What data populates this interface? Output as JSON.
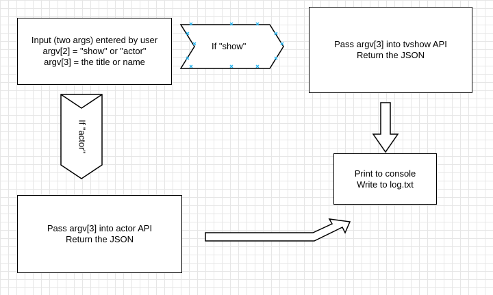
{
  "nodes": {
    "input": {
      "lines": [
        "Input (two args) entered by user",
        "argv[2] = \"show\" or \"actor\"",
        "argv[3] = the title or name"
      ]
    },
    "show_condition": {
      "label": "If \"show\""
    },
    "actor_condition": {
      "label": "If \"actor\""
    },
    "tvshow_api": {
      "lines": [
        "Pass argv[3] into tvshow API",
        "Return the JSON"
      ]
    },
    "actor_api": {
      "lines": [
        "Pass argv[3] into actor API",
        "Return the JSON"
      ]
    },
    "output": {
      "lines": [
        "Print to console",
        "Write to log.txt"
      ]
    }
  },
  "colors": {
    "stroke": "#000000",
    "fill": "#ffffff",
    "grid": "#e6e6e6",
    "selection_handle": "#29b6f2"
  }
}
